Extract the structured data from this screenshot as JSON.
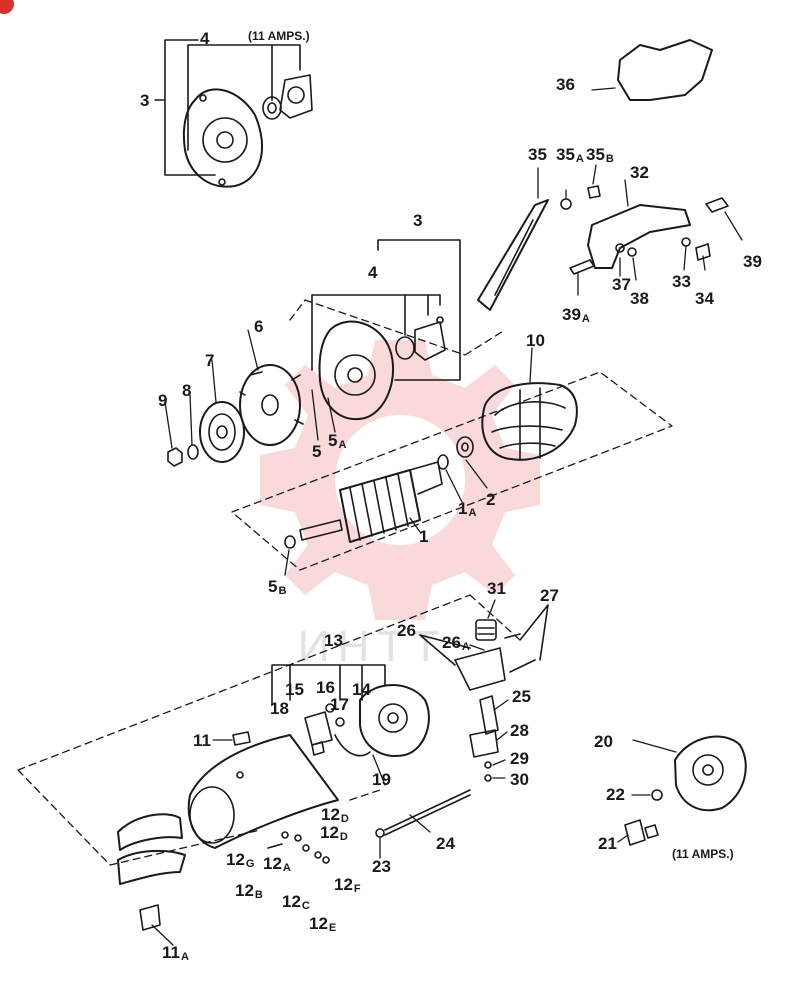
{
  "note_top": "(11 AMPS.)",
  "note_bottom": "(11 AMPS.)",
  "watermark_text": "ИНТТ",
  "labels": {
    "l1": {
      "main": "1",
      "sub": ""
    },
    "l1a": {
      "main": "1",
      "sub": "A"
    },
    "l2": {
      "main": "2",
      "sub": ""
    },
    "l3a": {
      "main": "3",
      "sub": ""
    },
    "l3b": {
      "main": "3",
      "sub": ""
    },
    "l4a": {
      "main": "4",
      "sub": ""
    },
    "l4b": {
      "main": "4",
      "sub": ""
    },
    "l5": {
      "main": "5",
      "sub": ""
    },
    "l5a": {
      "main": "5",
      "sub": "A"
    },
    "l5b": {
      "main": "5",
      "sub": "B"
    },
    "l6": {
      "main": "6",
      "sub": ""
    },
    "l7": {
      "main": "7",
      "sub": ""
    },
    "l8": {
      "main": "8",
      "sub": ""
    },
    "l9": {
      "main": "9",
      "sub": ""
    },
    "l10": {
      "main": "10",
      "sub": ""
    },
    "l11": {
      "main": "11",
      "sub": ""
    },
    "l11a": {
      "main": "11",
      "sub": "A"
    },
    "l12b": {
      "main": "12",
      "sub": "B"
    },
    "l12a": {
      "main": "12",
      "sub": "A"
    },
    "l12c": {
      "main": "12",
      "sub": "C"
    },
    "l12d1": {
      "main": "12",
      "sub": "D"
    },
    "l12d2": {
      "main": "12",
      "sub": "D"
    },
    "l12e": {
      "main": "12",
      "sub": "E"
    },
    "l12f": {
      "main": "12",
      "sub": "F"
    },
    "l12g": {
      "main": "12",
      "sub": "G"
    },
    "l13": {
      "main": "13",
      "sub": ""
    },
    "l14": {
      "main": "14",
      "sub": ""
    },
    "l15": {
      "main": "15",
      "sub": ""
    },
    "l16": {
      "main": "16",
      "sub": ""
    },
    "l17": {
      "main": "17",
      "sub": ""
    },
    "l18": {
      "main": "18",
      "sub": ""
    },
    "l19": {
      "main": "19",
      "sub": ""
    },
    "l20": {
      "main": "20",
      "sub": ""
    },
    "l21": {
      "main": "21",
      "sub": ""
    },
    "l22": {
      "main": "22",
      "sub": ""
    },
    "l23": {
      "main": "23",
      "sub": ""
    },
    "l24": {
      "main": "24",
      "sub": ""
    },
    "l25": {
      "main": "25",
      "sub": ""
    },
    "l26": {
      "main": "26",
      "sub": ""
    },
    "l26a": {
      "main": "26",
      "sub": "A"
    },
    "l27": {
      "main": "27",
      "sub": ""
    },
    "l28": {
      "main": "28",
      "sub": ""
    },
    "l29": {
      "main": "29",
      "sub": ""
    },
    "l30": {
      "main": "30",
      "sub": ""
    },
    "l31": {
      "main": "31",
      "sub": ""
    },
    "l32": {
      "main": "32",
      "sub": ""
    },
    "l33": {
      "main": "33",
      "sub": ""
    },
    "l34": {
      "main": "34",
      "sub": ""
    },
    "l35": {
      "main": "35",
      "sub": ""
    },
    "l35a": {
      "main": "35",
      "sub": "A"
    },
    "l35b": {
      "main": "35",
      "sub": "B"
    },
    "l36": {
      "main": "36",
      "sub": ""
    },
    "l37": {
      "main": "37",
      "sub": ""
    },
    "l38": {
      "main": "38",
      "sub": ""
    },
    "l39": {
      "main": "39",
      "sub": ""
    },
    "l39a": {
      "main": "39",
      "sub": "A"
    }
  },
  "colors": {
    "ink": "#1a1a1a",
    "watermark": "#e8a0a0",
    "badge": "#d8322a"
  }
}
